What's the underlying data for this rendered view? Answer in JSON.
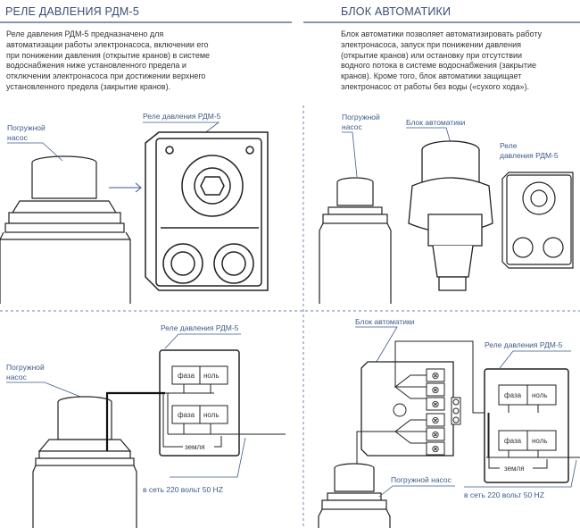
{
  "left": {
    "title": "РЕЛЕ ДАВЛЕНИЯ РДМ-5",
    "description": [
      "Реле давления РДМ-5 предназначено для",
      "автоматизации работы электронасоса, включении его",
      "при понижении давления (открытие кранов) в системе",
      "водоснабжения ниже установленного предела и",
      "отключении электронасоса при достижении верхнего",
      "установленного предела (закрытие кранов)."
    ],
    "pump_label": [
      "Погружной",
      "насос"
    ],
    "relay_label": "Реле давления РДМ-5"
  },
  "right": {
    "title": "БЛОК АВТОМАТИКИ",
    "description": [
      "Блок автоматики позволяет автоматизировать работу",
      "электронасоса, запуск при понижении давления",
      "(открытие кранов) или остановку при отсутствии",
      "водного потока в системе водоснабжения (закрытие",
      "кранов). Кроме того, блок автоматики защищает",
      "электронасос от работы без воды («сухого хода»)."
    ],
    "pump_label": [
      "Погружной",
      "насос"
    ],
    "block_label": "Блок автоматики",
    "relay_label": [
      "Реле",
      "давления РДМ-5"
    ]
  },
  "wiring_left": {
    "relay_label": "Реле давления РДМ-5",
    "pump_label": [
      "Погружной",
      "насос"
    ],
    "phase": "фаза",
    "neutral": "ноль",
    "ground": "земля",
    "mains": "в сеть 220 вольт 50 HZ"
  },
  "wiring_right": {
    "block_label": "Блок автоматики",
    "relay_label": "Реле давления РДМ-5",
    "pump_label": "Погружной насос",
    "phase": "фаза",
    "neutral": "ноль",
    "ground": "земля",
    "mains": "в сеть 220 вольт 50 HZ"
  },
  "colors": {
    "heading": "#3b4d74",
    "label": "#3d5a8a",
    "rule": "#8795b3"
  }
}
